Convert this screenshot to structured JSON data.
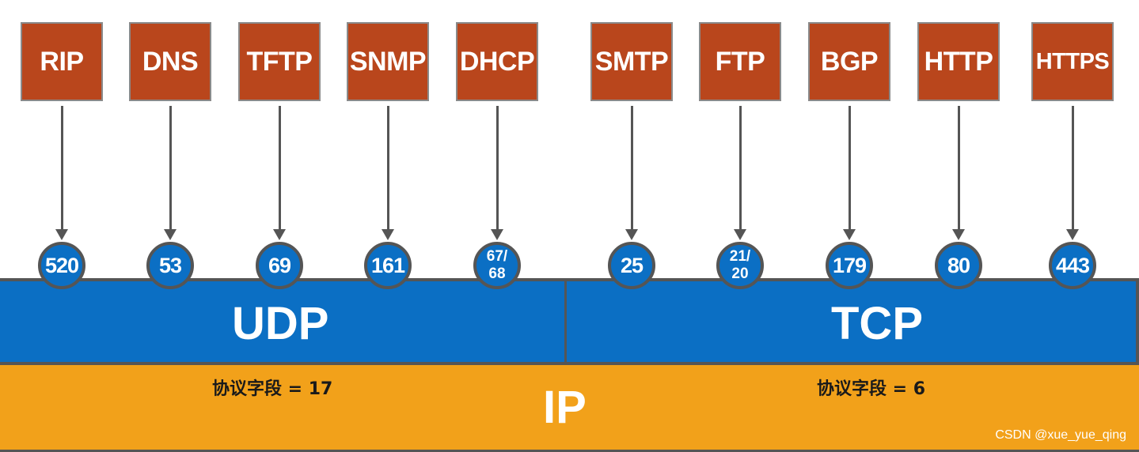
{
  "apps": [
    {
      "name": "RIP",
      "port": "520",
      "transport": "UDP"
    },
    {
      "name": "DNS",
      "port": "53",
      "transport": "UDP"
    },
    {
      "name": "TFTP",
      "port": "69",
      "transport": "UDP"
    },
    {
      "name": "SNMP",
      "port": "161",
      "transport": "UDP"
    },
    {
      "name": "DHCP",
      "port_lines": [
        "67/",
        "68"
      ],
      "transport": "UDP"
    },
    {
      "name": "SMTP",
      "port": "25",
      "transport": "TCP"
    },
    {
      "name": "FTP",
      "port_lines": [
        "21/",
        "20"
      ],
      "transport": "TCP"
    },
    {
      "name": "BGP",
      "port": "179",
      "transport": "TCP"
    },
    {
      "name": "HTTP",
      "port": "80",
      "transport": "TCP"
    },
    {
      "name": "HTTPS",
      "port": "443",
      "transport": "TCP"
    }
  ],
  "transport": {
    "udp_label": "UDP",
    "tcp_label": "TCP"
  },
  "ip": {
    "label": "IP",
    "udp_protocol_field": "协议字段 = 17",
    "tcp_protocol_field": "协议字段 = 6"
  },
  "watermark": "CSDN @xue_yue_qing",
  "colors": {
    "app_box": "#b9461c",
    "transport_band": "#0b6fc4",
    "ip_band": "#f2a11a",
    "arrow": "#555555"
  }
}
